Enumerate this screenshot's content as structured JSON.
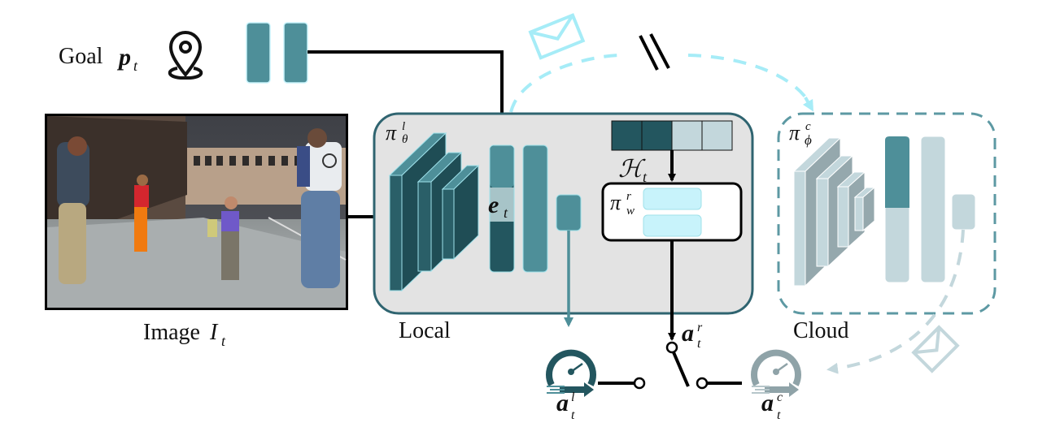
{
  "title": "Local-Cloud policy switching architecture",
  "labels": {
    "goal": "Goal",
    "goal_symbol": "p",
    "goal_sub": "t",
    "image": "Image",
    "image_symbol": "I",
    "image_sub": "t",
    "local": "Local",
    "cloud": "Cloud",
    "local_policy": "π",
    "local_policy_sup": "l",
    "local_policy_sub": "θ",
    "cloud_policy": "π",
    "cloud_policy_sup": "c",
    "cloud_policy_sub": "ϕ",
    "router_policy": "π",
    "router_policy_sup": "r",
    "router_policy_sub": "w",
    "embedding": "e",
    "embedding_sub": "t",
    "history": "ℋ",
    "history_sub": "t",
    "action_local": "a",
    "action_local_sup": "l",
    "action_local_sub": "t",
    "action_router": "a",
    "action_router_sup": "r",
    "action_router_sub": "t",
    "action_cloud": "a",
    "action_cloud_sup": "c",
    "action_cloud_sub": "t"
  },
  "colors": {
    "teal_dark": "#23565f",
    "teal": "#4e8f99",
    "teal_light": "#c3d7dc",
    "cyan_light": "#c8f3fb",
    "cyan_dash": "#a6ecf7",
    "local_bg": "#e3e3e3",
    "local_border": "#2f6470",
    "cloud_border": "#5d99a3",
    "gray_gauge": "#8fa3a8"
  },
  "history_buffer": {
    "filled": 2,
    "total": 4
  },
  "icons": [
    "location-pin-icon",
    "envelope-icon",
    "speedometer-icon",
    "switch-icon",
    "link-broken-icon"
  ]
}
